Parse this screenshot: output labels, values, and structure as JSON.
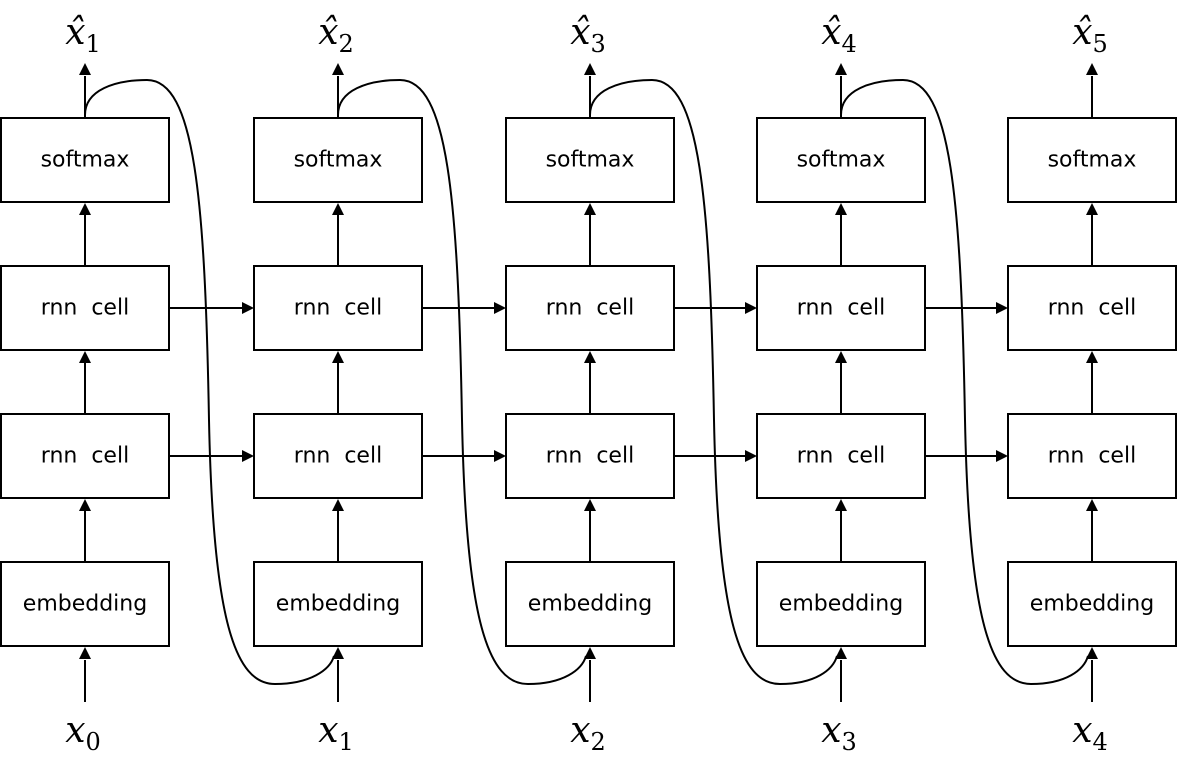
{
  "diagram": {
    "layer_labels": {
      "softmax": "softmax",
      "rnn_upper": "rnn  cell",
      "rnn_lower": "rnn  cell",
      "embedding": "embedding"
    },
    "columns": [
      {
        "input": {
          "base": "x",
          "sub": "0"
        },
        "output": {
          "base": "x̂",
          "sub": "1"
        }
      },
      {
        "input": {
          "base": "x",
          "sub": "1"
        },
        "output": {
          "base": "x̂",
          "sub": "2"
        }
      },
      {
        "input": {
          "base": "x",
          "sub": "2"
        },
        "output": {
          "base": "x̂",
          "sub": "3"
        }
      },
      {
        "input": {
          "base": "x",
          "sub": "3"
        },
        "output": {
          "base": "x̂",
          "sub": "4"
        }
      },
      {
        "input": {
          "base": "x",
          "sub": "4"
        },
        "output": {
          "base": "x̂",
          "sub": "5"
        }
      }
    ]
  }
}
